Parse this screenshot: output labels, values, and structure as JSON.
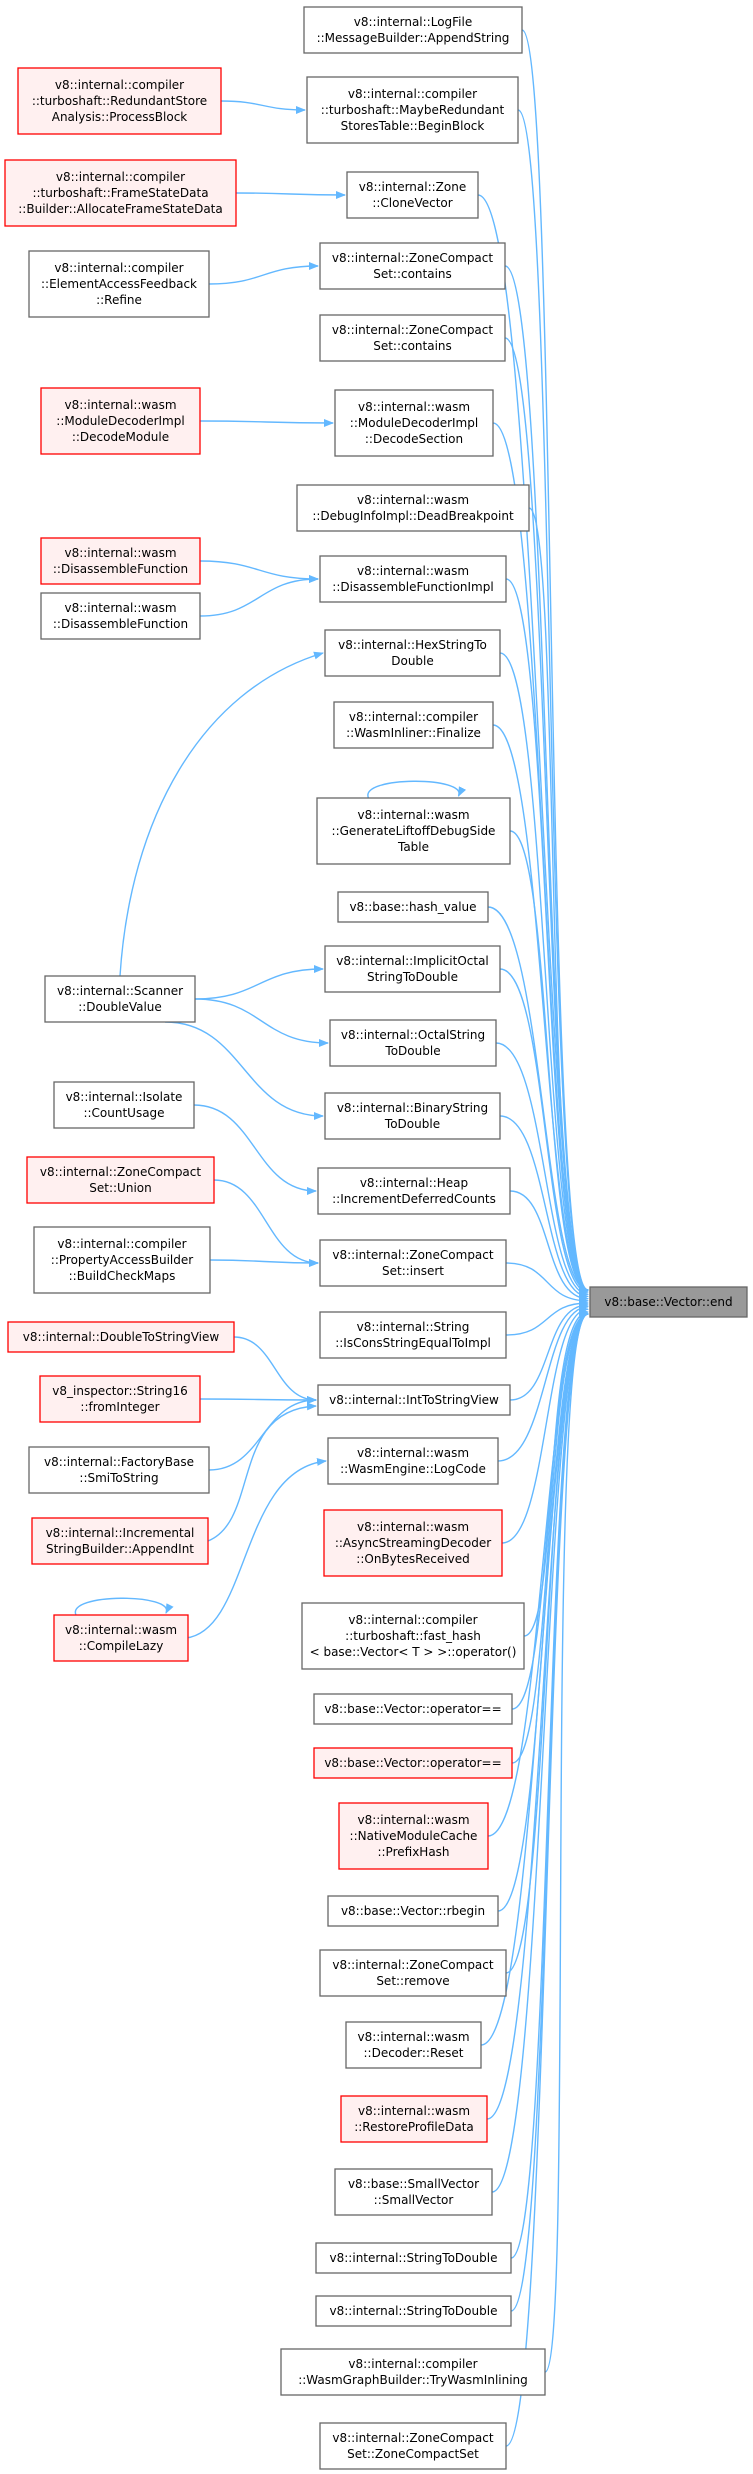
{
  "colors": {
    "edge": "#63b8ff",
    "node_border": "#666666",
    "highlight_border": "#ff0000",
    "highlight_fill": "#fff0f0",
    "target_fill": "#999999"
  },
  "target": {
    "id": "target",
    "lines": [
      "v8::base::Vector::end"
    ]
  },
  "nodes": [
    {
      "id": "n1",
      "lines": [
        "v8::internal::LogFile",
        "::MessageBuilder::AppendString"
      ],
      "style": "normal"
    },
    {
      "id": "n2",
      "lines": [
        "v8::internal::compiler",
        "::turboshaft::MaybeRedundant",
        "StoresTable::BeginBlock"
      ],
      "style": "normal"
    },
    {
      "id": "n3",
      "lines": [
        "v8::internal::Zone",
        "::CloneVector"
      ],
      "style": "normal"
    },
    {
      "id": "n4",
      "lines": [
        "v8::internal::ZoneCompact",
        "Set::contains"
      ],
      "style": "normal"
    },
    {
      "id": "n5",
      "lines": [
        "v8::internal::ZoneCompact",
        "Set::contains"
      ],
      "style": "normal"
    },
    {
      "id": "n6",
      "lines": [
        "v8::internal::wasm",
        "::ModuleDecoderImpl",
        "::DecodeSection"
      ],
      "style": "normal"
    },
    {
      "id": "n7",
      "lines": [
        "v8::internal::wasm",
        "::DebugInfoImpl::DeadBreakpoint"
      ],
      "style": "normal"
    },
    {
      "id": "n8",
      "lines": [
        "v8::internal::wasm",
        "::DisassembleFunctionImpl"
      ],
      "style": "normal"
    },
    {
      "id": "n9",
      "lines": [
        "v8::internal::HexStringTo",
        "Double"
      ],
      "style": "normal"
    },
    {
      "id": "n10",
      "lines": [
        "v8::internal::compiler",
        "::WasmInliner::Finalize"
      ],
      "style": "normal"
    },
    {
      "id": "n11",
      "lines": [
        "v8::internal::wasm",
        "::GenerateLiftoffDebugSide",
        "Table"
      ],
      "style": "normal"
    },
    {
      "id": "n12",
      "lines": [
        "v8::base::hash_value"
      ],
      "style": "normal"
    },
    {
      "id": "n13",
      "lines": [
        "v8::internal::ImplicitOctal",
        "StringToDouble"
      ],
      "style": "normal"
    },
    {
      "id": "n14",
      "lines": [
        "v8::internal::OctalString",
        "ToDouble"
      ],
      "style": "normal"
    },
    {
      "id": "n15",
      "lines": [
        "v8::internal::BinaryString",
        "ToDouble"
      ],
      "style": "normal"
    },
    {
      "id": "n16",
      "lines": [
        "v8::internal::Heap",
        "::IncrementDeferredCounts"
      ],
      "style": "normal"
    },
    {
      "id": "n17",
      "lines": [
        "v8::internal::ZoneCompact",
        "Set::insert"
      ],
      "style": "normal"
    },
    {
      "id": "n18",
      "lines": [
        "v8::internal::String",
        "::IsConsStringEqualToImpl"
      ],
      "style": "normal"
    },
    {
      "id": "n19",
      "lines": [
        "v8::internal::IntToStringView"
      ],
      "style": "normal"
    },
    {
      "id": "n20",
      "lines": [
        "v8::internal::wasm",
        "::WasmEngine::LogCode"
      ],
      "style": "normal"
    },
    {
      "id": "n21",
      "lines": [
        "v8::internal::wasm",
        "::AsyncStreamingDecoder",
        "::OnBytesReceived"
      ],
      "style": "red"
    },
    {
      "id": "n22",
      "lines": [
        "v8::internal::compiler",
        "::turboshaft::fast_hash",
        "< base::Vector< T > >::operator()"
      ],
      "style": "normal"
    },
    {
      "id": "n23",
      "lines": [
        "v8::base::Vector::operator=="
      ],
      "style": "normal"
    },
    {
      "id": "n24",
      "lines": [
        "v8::base::Vector::operator=="
      ],
      "style": "red"
    },
    {
      "id": "n25",
      "lines": [
        "v8::internal::wasm",
        "::NativeModuleCache",
        "::PrefixHash"
      ],
      "style": "red"
    },
    {
      "id": "n26",
      "lines": [
        "v8::base::Vector::rbegin"
      ],
      "style": "normal"
    },
    {
      "id": "n27",
      "lines": [
        "v8::internal::ZoneCompact",
        "Set::remove"
      ],
      "style": "normal"
    },
    {
      "id": "n28",
      "lines": [
        "v8::internal::wasm",
        "::Decoder::Reset"
      ],
      "style": "normal"
    },
    {
      "id": "n29",
      "lines": [
        "v8::internal::wasm",
        "::RestoreProfileData"
      ],
      "style": "red"
    },
    {
      "id": "n30",
      "lines": [
        "v8::base::SmallVector",
        "::SmallVector"
      ],
      "style": "normal"
    },
    {
      "id": "n31",
      "lines": [
        "v8::internal::StringToDouble"
      ],
      "style": "normal"
    },
    {
      "id": "n32",
      "lines": [
        "v8::internal::StringToDouble"
      ],
      "style": "normal"
    },
    {
      "id": "n33",
      "lines": [
        "v8::internal::compiler",
        "::WasmGraphBuilder::TryWasmInlining"
      ],
      "style": "normal"
    },
    {
      "id": "n34",
      "lines": [
        "v8::internal::ZoneCompact",
        "Set::ZoneCompactSet"
      ],
      "style": "normal"
    },
    {
      "id": "l1",
      "lines": [
        "v8::internal::compiler",
        "::turboshaft::RedundantStore",
        "Analysis::ProcessBlock"
      ],
      "style": "red"
    },
    {
      "id": "l2",
      "lines": [
        "v8::internal::compiler",
        "::turboshaft::FrameStateData",
        "::Builder::AllocateFrameStateData"
      ],
      "style": "red"
    },
    {
      "id": "l3",
      "lines": [
        "v8::internal::compiler",
        "::ElementAccessFeedback",
        "::Refine"
      ],
      "style": "normal"
    },
    {
      "id": "l4",
      "lines": [
        "v8::internal::wasm",
        "::ModuleDecoderImpl",
        "::DecodeModule"
      ],
      "style": "red"
    },
    {
      "id": "l5",
      "lines": [
        "v8::internal::wasm",
        "::DisassembleFunction"
      ],
      "style": "red"
    },
    {
      "id": "l6",
      "lines": [
        "v8::internal::wasm",
        "::DisassembleFunction"
      ],
      "style": "normal"
    },
    {
      "id": "l7",
      "lines": [
        "v8::internal::Scanner",
        "::DoubleValue"
      ],
      "style": "normal"
    },
    {
      "id": "l8",
      "lines": [
        "v8::internal::Isolate",
        "::CountUsage"
      ],
      "style": "normal"
    },
    {
      "id": "l9",
      "lines": [
        "v8::internal::ZoneCompact",
        "Set::Union"
      ],
      "style": "red"
    },
    {
      "id": "l10",
      "lines": [
        "v8::internal::compiler",
        "::PropertyAccessBuilder",
        "::BuildCheckMaps"
      ],
      "style": "normal"
    },
    {
      "id": "l11",
      "lines": [
        "v8::internal::DoubleToStringView"
      ],
      "style": "red"
    },
    {
      "id": "l12",
      "lines": [
        "v8_inspector::String16",
        "::fromInteger"
      ],
      "style": "red"
    },
    {
      "id": "l13",
      "lines": [
        "v8::internal::FactoryBase",
        "::SmiToString"
      ],
      "style": "normal"
    },
    {
      "id": "l14",
      "lines": [
        "v8::internal::Incremental",
        "StringBuilder::AppendInt"
      ],
      "style": "red"
    },
    {
      "id": "l15",
      "lines": [
        "v8::internal::wasm",
        "::CompileLazy"
      ],
      "style": "red"
    }
  ]
}
